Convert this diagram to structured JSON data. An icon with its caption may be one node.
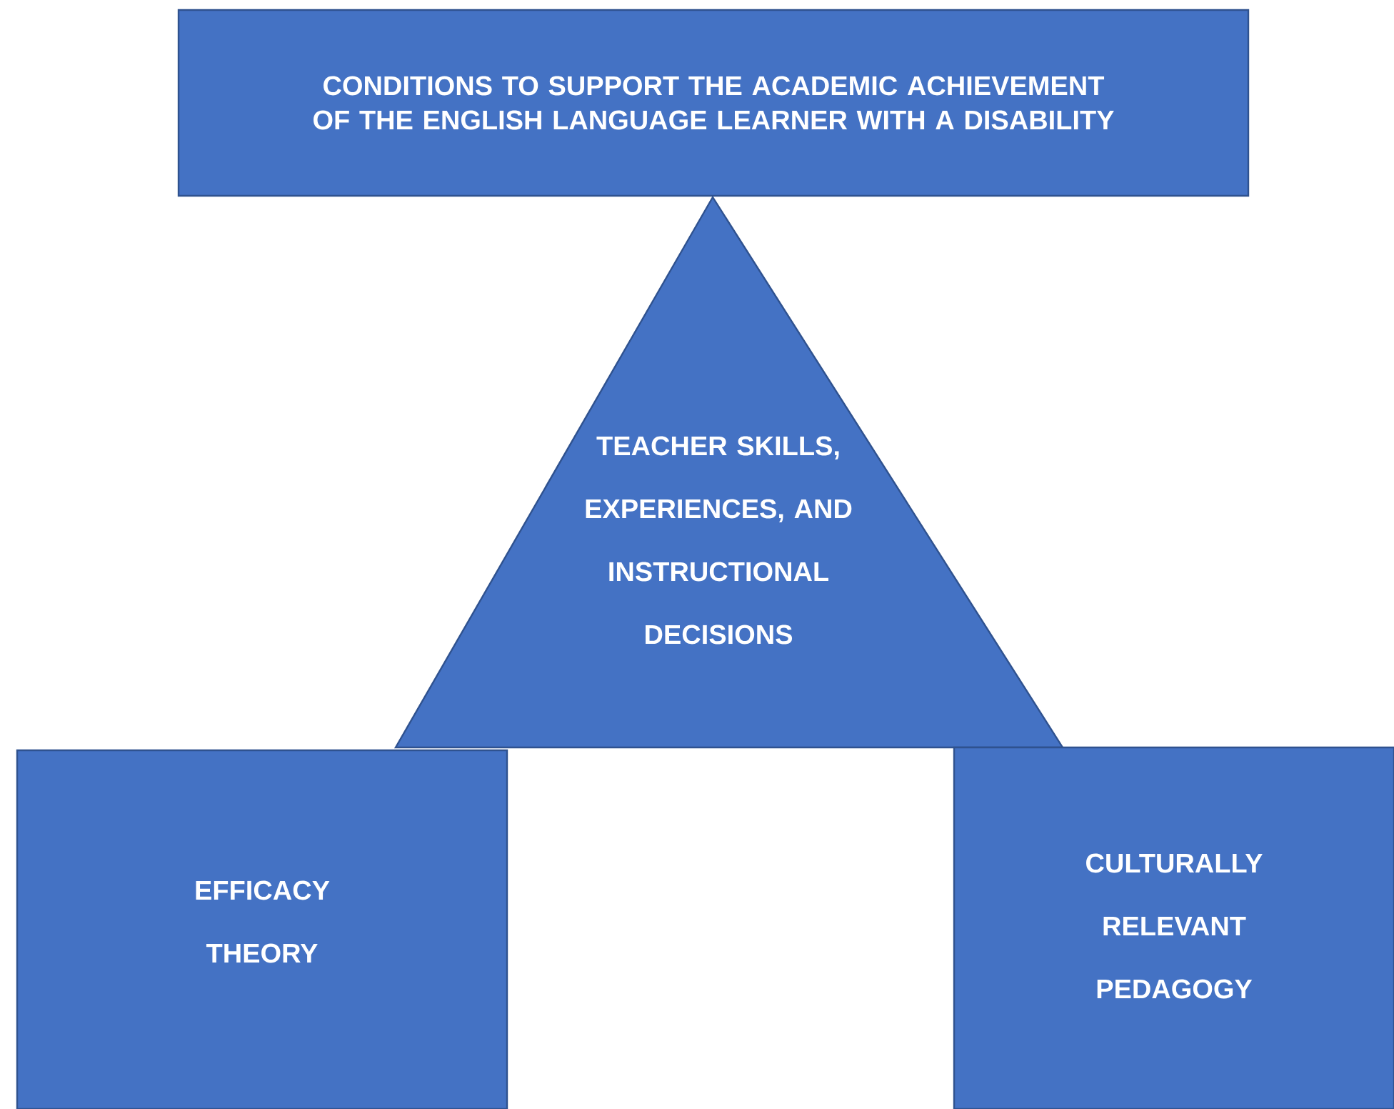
{
  "diagram": {
    "nodes": [
      {
        "text": [
          "CONDITIONS TO SUPPORT THE ACADEMIC ACHIEVEMENT OF THE ENGLISH LANGUAGE LEARNER WITH A DISABILITY"
        ]
      },
      {
        "text": [
          "TEACHER SKILLS, EXPERIENCES, AND INSTRUCTIONAL DECISIONS"
        ]
      },
      {
        "text": [
          "EFFICACY THEORY"
        ]
      },
      {
        "text": [
          "CULTURALLY RELEVANT PEDAGOGY"
        ]
      }
    ]
  }
}
